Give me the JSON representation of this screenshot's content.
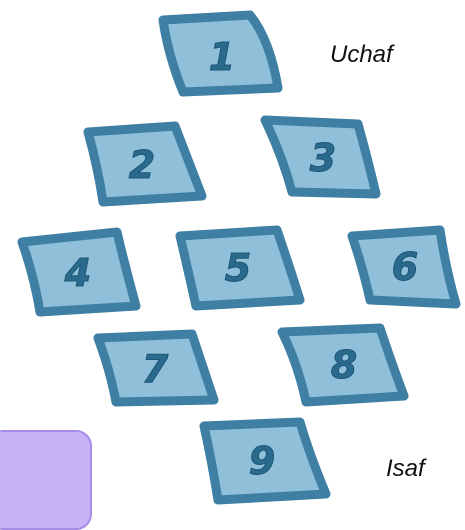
{
  "labels": {
    "top": "Uchaf",
    "bottom": "Isaf"
  },
  "tiles": [
    {
      "label": "1"
    },
    {
      "label": "2"
    },
    {
      "label": "3"
    },
    {
      "label": "4"
    },
    {
      "label": "5"
    },
    {
      "label": "6"
    },
    {
      "label": "7"
    },
    {
      "label": "8"
    },
    {
      "label": "9"
    }
  ],
  "colors": {
    "tile_fill": "#8fbfd9",
    "tile_border": "#3e7fa3",
    "tile_text": "#2a6a8c",
    "corner_box": "#c7b4f5"
  }
}
